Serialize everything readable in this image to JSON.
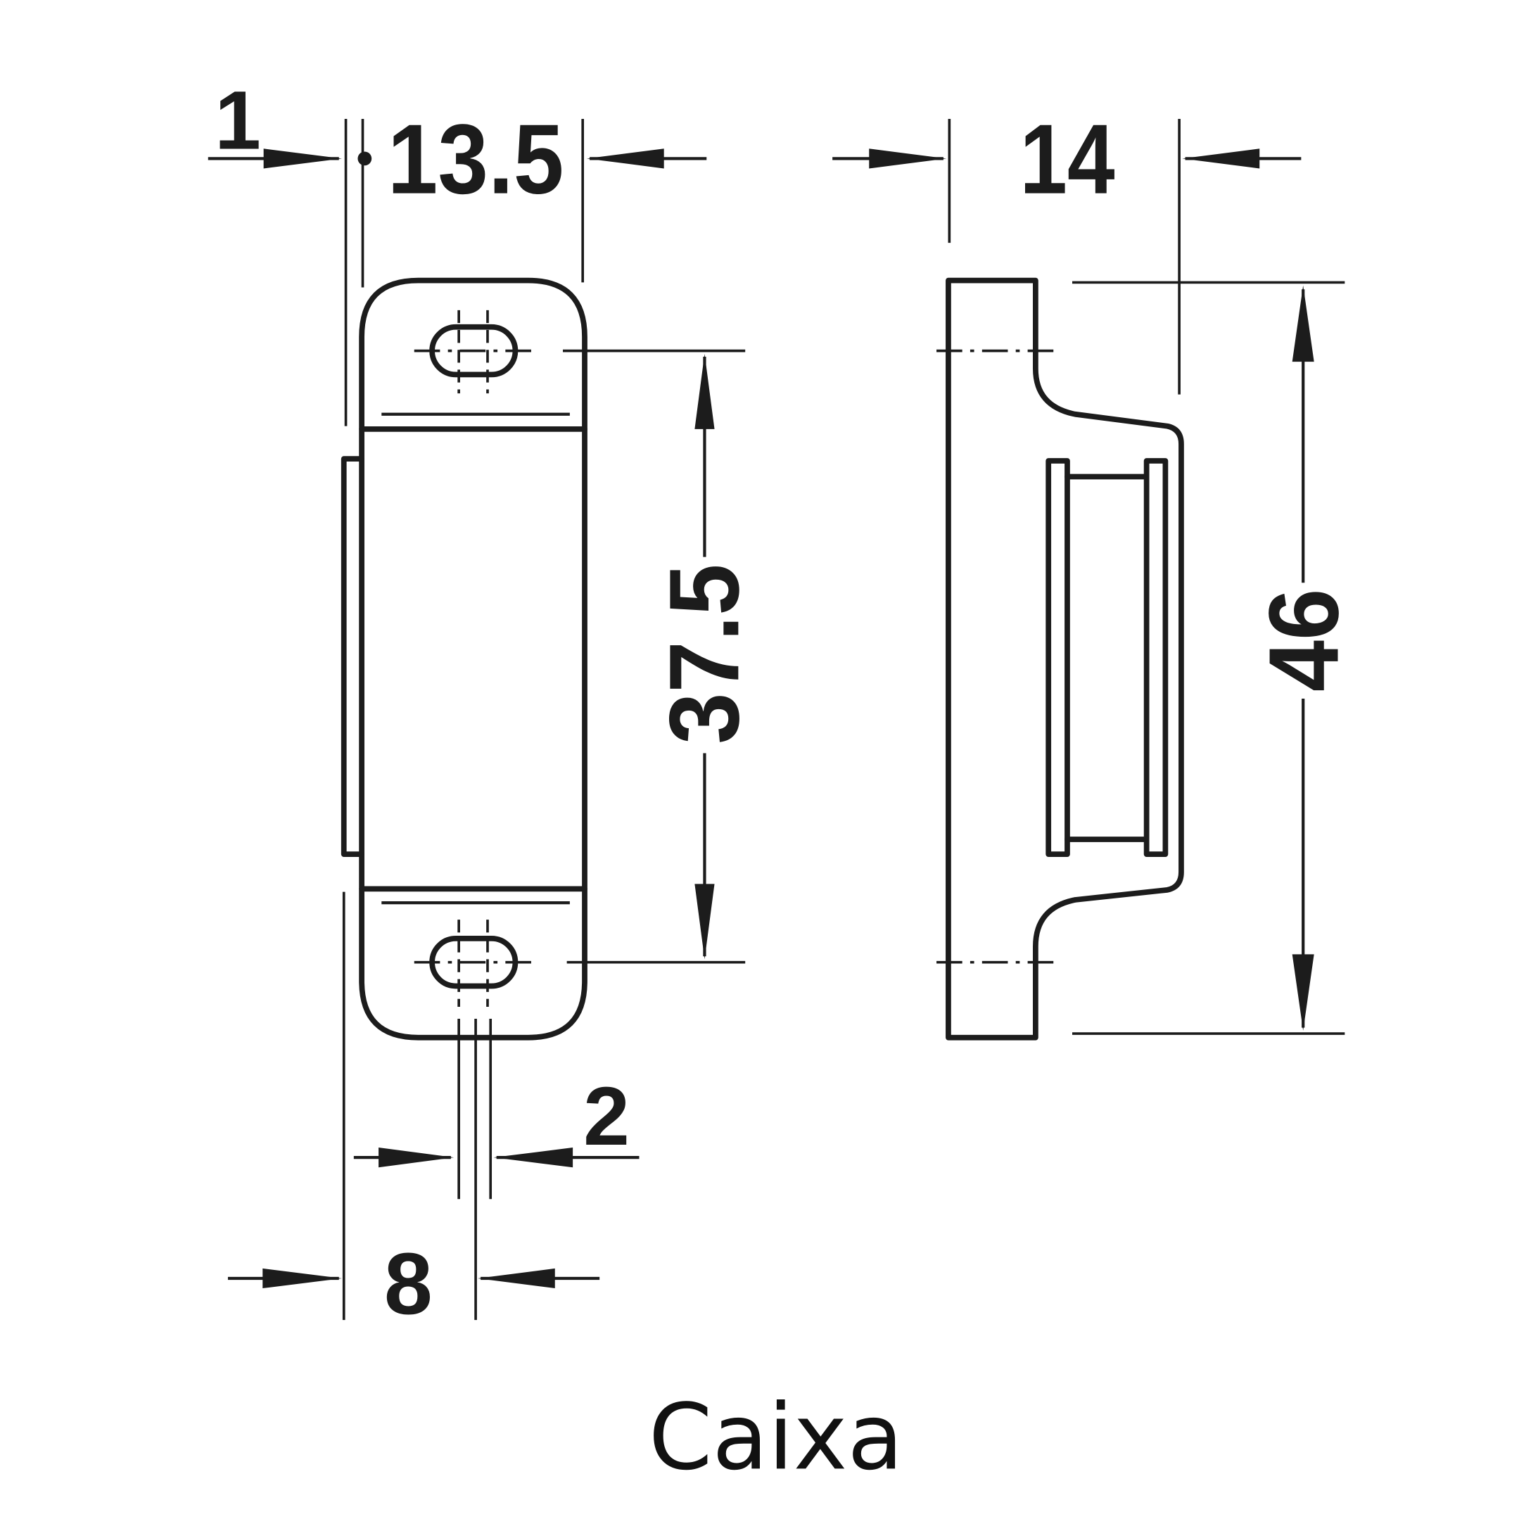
{
  "front_view": {
    "dim_tab_offset": "1",
    "dim_width": "13.5",
    "dim_hole_spacing": "37.5",
    "dim_slot_width": "2",
    "dim_slot_position": "8"
  },
  "side_view": {
    "dim_depth": "14",
    "dim_height": "46"
  },
  "caption": "Caixa",
  "colors": {
    "line": "#1c1c1c",
    "background": "#ffffff"
  }
}
